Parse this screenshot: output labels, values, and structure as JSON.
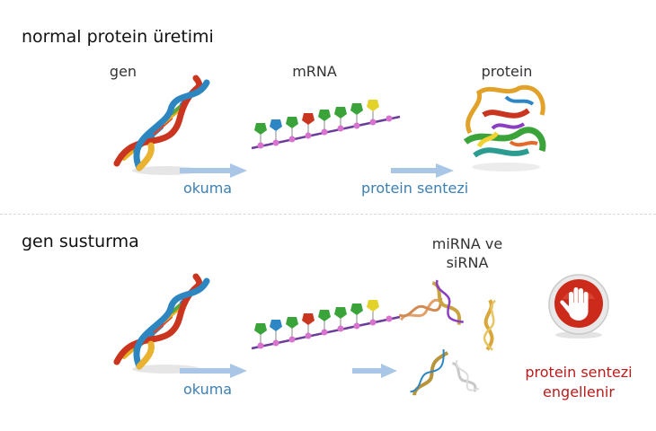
{
  "sections": {
    "top": {
      "title": "normal protein üretimi",
      "gene_label": "gen",
      "mrna_label": "mRNA",
      "protein_label": "protein",
      "step1": "okuma",
      "step2": "protein sentezi"
    },
    "bottom": {
      "title": "gen susturma",
      "small_rna_label_line1": "miRNA ve",
      "small_rna_label_line2": "siRNA",
      "step1": "okuma",
      "result_line1": "protein sentezi",
      "result_line2": "engellenir"
    }
  },
  "colors": {
    "arrow": "#a9c6e6",
    "arrow_label": "#3d7fb3",
    "blocked_red": "#b81c1c",
    "stop_button": "#cc2a1a"
  },
  "icons": [
    "dna-helix-icon",
    "mrna-strand-icon",
    "protein-structure-icon",
    "small-rna-fragments-icon",
    "stop-hand-icon"
  ]
}
